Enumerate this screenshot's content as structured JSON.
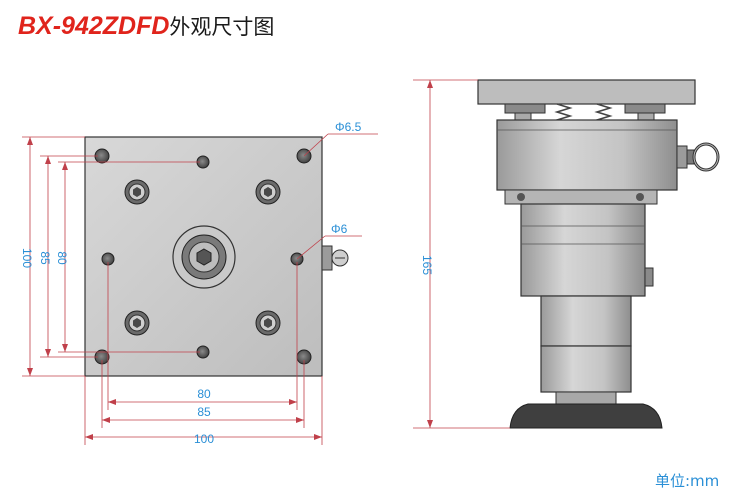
{
  "title": {
    "model": "BX-942ZDFD",
    "suffix": "外观尺寸图"
  },
  "top_view": {
    "width_outer": "100",
    "width_mid": "85",
    "width_inner": "80",
    "height_outer": "100",
    "height_mid": "85",
    "height_inner": "80",
    "hole_large": "Φ6.5",
    "hole_small": "Φ6"
  },
  "side_view": {
    "height": "165"
  },
  "unit": "单位:mm",
  "colors": {
    "title_red": "#e0241c",
    "dimension_blue": "#2a8fd6",
    "line_red": "#c0404a"
  }
}
